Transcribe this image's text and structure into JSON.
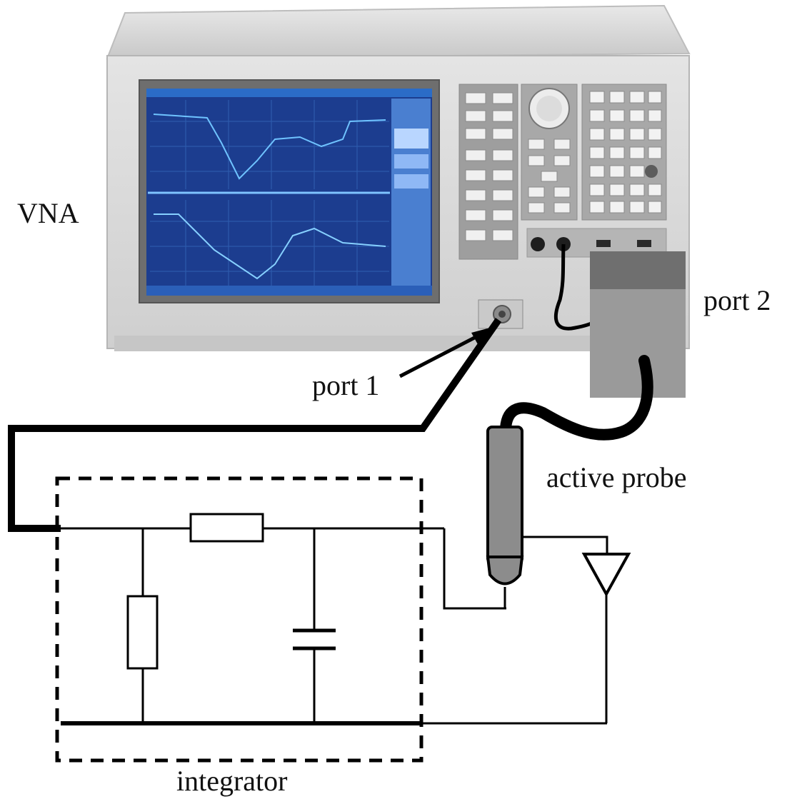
{
  "labels": {
    "vna": "VNA",
    "port1": "port 1",
    "port2": "port 2",
    "active_probe": "active probe",
    "integrator": "integrator"
  },
  "colors": {
    "instrument_body": "#d9d9d9",
    "screen_background": "#1a3a8c",
    "trace_upper": "#4fb3ff",
    "trace_lower": "#6cc0ff",
    "wire": "#000000",
    "probe_body": "#8c8c8c",
    "port2_box": "#9a9a9a"
  },
  "icons": {
    "vna_instrument": "network-analyzer",
    "resistor": "resistor-symbol",
    "capacitor": "capacitor-symbol",
    "amplifier": "triangle-amplifier-symbol"
  }
}
